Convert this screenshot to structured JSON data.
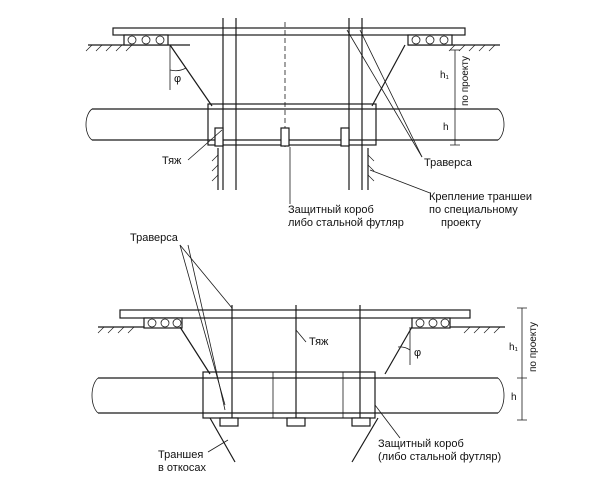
{
  "top_view": {
    "label_tyazh": "Тяж",
    "label_traversa": "Траверса",
    "label_box_line1": "Защитный короб",
    "label_box_line2": "либо стальной футляр",
    "label_support_line1": "Крепление траншеи",
    "label_support_line2": "по специальному",
    "label_support_line3": "проекту",
    "dim_h1": "h₁",
    "dim_note": "по проекту",
    "dim_h": "h",
    "angle": "φ"
  },
  "bottom_view": {
    "label_traversa": "Траверса",
    "label_tyazh": "Тяж",
    "label_trench_line1": "Траншея",
    "label_trench_line2": "в откосах",
    "label_box_line1": "Защитный короб",
    "label_box_line2": "(либо стальной футляр)",
    "dim_h1": "h₁",
    "dim_note": "по проекту",
    "dim_h": "h",
    "angle": "φ"
  }
}
